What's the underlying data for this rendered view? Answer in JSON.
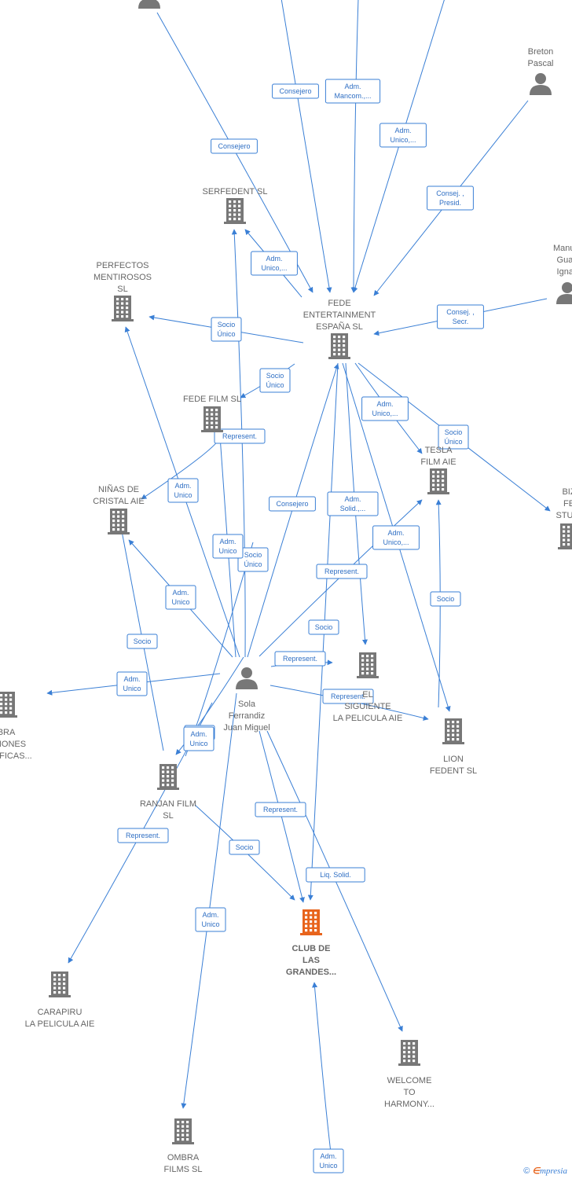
{
  "colors": {
    "edge": "#3a7fd5",
    "company": "#777777",
    "person": "#777777",
    "highlight": "#e8641c"
  },
  "nodes": [
    {
      "id": "top_person",
      "type": "person",
      "lines": []
    },
    {
      "id": "breton",
      "type": "person",
      "lines": [
        "Breton",
        "Pascal"
      ]
    },
    {
      "id": "manuel",
      "type": "person",
      "lines": [
        "Manuel",
        "Guan",
        "Ignac"
      ]
    },
    {
      "id": "serfedent",
      "type": "company",
      "lines": [
        "SERFEDENT  SL"
      ]
    },
    {
      "id": "perfectos",
      "type": "company",
      "lines": [
        "PERFECTOS",
        "MENTIROSOS",
        "SL"
      ]
    },
    {
      "id": "fede_ent",
      "type": "company",
      "lines": [
        "FEDE",
        "ENTERTAINMENT",
        "ESPAÑA  SL"
      ]
    },
    {
      "id": "fede_film",
      "type": "company",
      "lines": [
        "FEDE FILM  SL"
      ]
    },
    {
      "id": "ninas",
      "type": "company",
      "lines": [
        "NIÑAS DE",
        "CRISTAL AIE"
      ]
    },
    {
      "id": "tesla",
      "type": "company",
      "lines": [
        "TESLA",
        "FILM AIE"
      ]
    },
    {
      "id": "biz",
      "type": "company",
      "lines": [
        "BIZ",
        "FE",
        "STUDI"
      ]
    },
    {
      "id": "sola",
      "type": "person",
      "lines": [
        "Sola",
        "Ferrandiz",
        "Juan Miguel"
      ]
    },
    {
      "id": "el_siguiente",
      "type": "company",
      "lines": [
        "EL",
        "SIGUIENTE",
        "LA PELICULA AIE"
      ]
    },
    {
      "id": "lion",
      "type": "company",
      "lines": [
        "LION",
        "FEDENT  SL"
      ]
    },
    {
      "id": "sombra",
      "type": "company",
      "lines": [
        "BRA",
        "CCIONES",
        "GRAFICAS..."
      ]
    },
    {
      "id": "ranjan",
      "type": "company",
      "lines": [
        "RANJAN FILM",
        "SL"
      ]
    },
    {
      "id": "club",
      "type": "main",
      "lines": [
        "CLUB DE",
        "LAS",
        "GRANDES..."
      ]
    },
    {
      "id": "carapiru",
      "type": "company",
      "lines": [
        "CARAPIRU",
        "LA PELICULA AIE"
      ]
    },
    {
      "id": "welcome",
      "type": "company",
      "lines": [
        "WELCOME",
        "TO",
        "HARMONY..."
      ]
    },
    {
      "id": "ombra",
      "type": "company",
      "lines": [
        "OMBRA",
        "FILMS SL"
      ]
    }
  ],
  "edges": [
    {
      "label": [
        "Consejero"
      ]
    },
    {
      "label": [
        "Adm.",
        "Mancom.,..."
      ]
    },
    {
      "label": [
        "Adm.",
        "Unico,..."
      ]
    },
    {
      "label": [
        "Consejero"
      ]
    },
    {
      "label": [
        "Consej. ,",
        "Presid."
      ]
    },
    {
      "label": [
        "Consej. ,",
        "Secr."
      ]
    },
    {
      "label": [
        "Adm.",
        "Unico,..."
      ]
    },
    {
      "label": [
        "Socio",
        "Único"
      ]
    },
    {
      "label": [
        "Socio",
        "Único"
      ]
    },
    {
      "label": [
        "Adm.",
        "Unico,..."
      ]
    },
    {
      "label": [
        "Socio",
        "Único"
      ]
    },
    {
      "label": [
        "Socio"
      ]
    },
    {
      "label": [
        "Represent."
      ]
    },
    {
      "label": [
        "Adm.",
        "Unico"
      ]
    },
    {
      "label": [
        "Consejero"
      ]
    },
    {
      "label": [
        "Adm.",
        "Solid.,..."
      ]
    },
    {
      "label": [
        "Adm.",
        "Unico"
      ]
    },
    {
      "label": [
        "Socio",
        "Único"
      ]
    },
    {
      "label": [
        "Adm.",
        "Unico,..."
      ]
    },
    {
      "label": [
        "Represent."
      ]
    },
    {
      "label": [
        "Adm.",
        "Unico"
      ]
    },
    {
      "label": [
        "Socio"
      ]
    },
    {
      "label": [
        "Socio"
      ]
    },
    {
      "label": [
        "Represent."
      ]
    },
    {
      "label": [
        "Adm.",
        "Unico"
      ]
    },
    {
      "label": [
        "Represent."
      ]
    },
    {
      "label": [
        "Socio"
      ]
    },
    {
      "label": [
        "Adm.",
        "Unico"
      ]
    },
    {
      "label": [
        "Represent."
      ]
    },
    {
      "label": [
        "Represent."
      ]
    },
    {
      "label": [
        "Socio"
      ]
    },
    {
      "label": [
        "Liq.  Solid."
      ]
    },
    {
      "label": [
        "Adm.",
        "Unico"
      ]
    },
    {
      "label": [
        "Adm.",
        "Unico"
      ]
    }
  ],
  "footer": {
    "copyright": "©",
    "brand_first": "∈",
    "brand_rest": "mpresia"
  }
}
